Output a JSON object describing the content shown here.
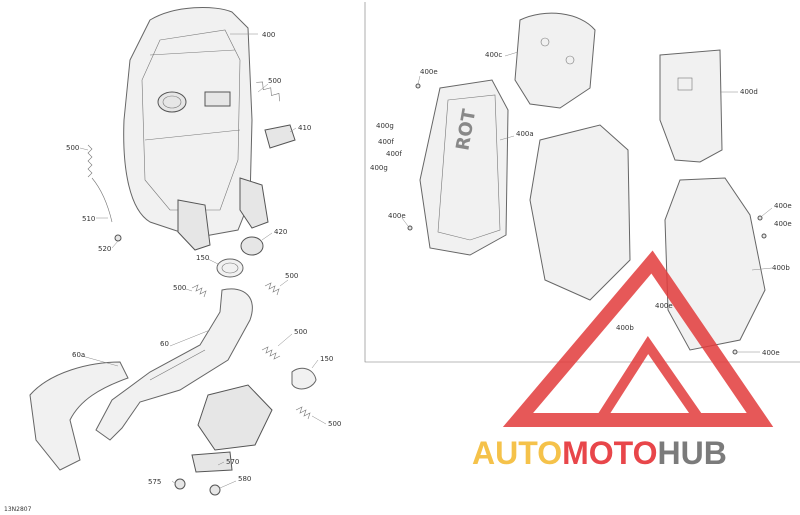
{
  "diagram": {
    "doc_code": "13N2807",
    "labels": {
      "l400": "400",
      "l500_top": "500",
      "l410": "410",
      "l500_left": "500",
      "l510": "510",
      "l520": "520",
      "l420": "420",
      "l150_top": "150",
      "l500_mid_left": "500",
      "l500_mid_right": "500",
      "l60a": "60a",
      "l60": "60",
      "l500_lower": "500",
      "l150_lower": "150",
      "l500_bottom": "500",
      "l570": "570",
      "l575": "575",
      "l580": "580",
      "l400c": "400c",
      "l400d": "400d",
      "l400e_top": "400e",
      "l400g_a": "400g",
      "l400f_a": "400f",
      "l400f_b": "400f",
      "l400g_b": "400g",
      "l400a": "400a",
      "l400e_left": "400e",
      "l400e_right1": "400e",
      "l400e_right2": "400e",
      "l400b": "400b",
      "l400e_mid": "400e",
      "l400b_mid": "400b",
      "l400e_bottom": "400e"
    },
    "panel_text": "ROT"
  },
  "watermark": {
    "part1": "AUTO",
    "part2": "MOTO",
    "part3": "HUB",
    "color1": "#f5c24a",
    "color2": "#e8464a",
    "color3": "#7b7b7b",
    "triangle_color": "#e23b3b"
  }
}
